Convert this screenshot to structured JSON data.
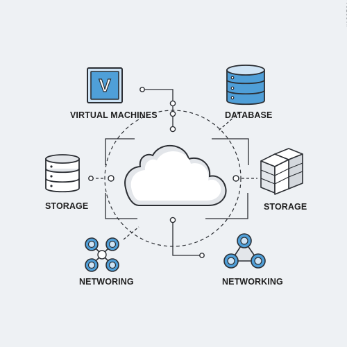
{
  "labels": {
    "virtual_machines": "VIRTUAL MACHINES",
    "database": "DATABASE",
    "storage_left": "STORAGE",
    "storage_right": "STORAGE",
    "networking_left": "NETWORING",
    "networking_right": "NETWORKING"
  },
  "vm_glyph": "V",
  "stock_id": "#188591083",
  "colors": {
    "background": "#eef1f4",
    "outline": "#2b2e33",
    "accent_blue": "#4f9fd8",
    "light_blue": "#cfe4f5",
    "grey_fill": "#e3e6ea",
    "white": "#ffffff"
  }
}
